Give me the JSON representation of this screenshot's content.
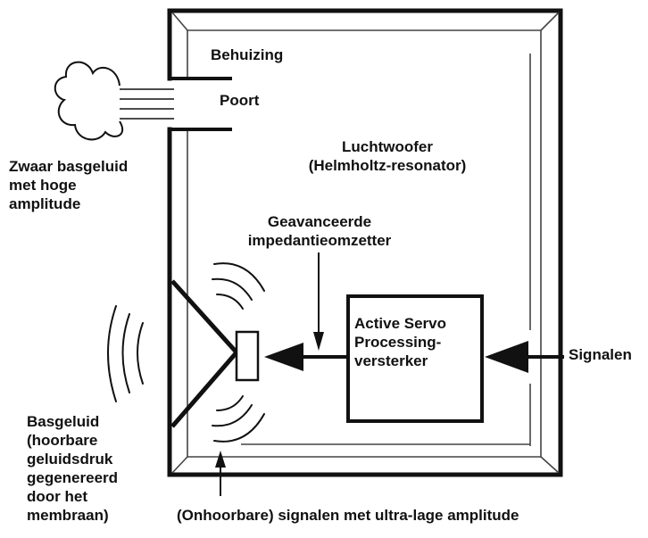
{
  "diagram": {
    "labels": {
      "enclosure": "Behuizing",
      "port": "Poort",
      "air_woofer": "Luchtwoofer\n(Helmholtz-resonator)",
      "heavy_bass": "Zwaar basgeluid\nmet hoge\namplitude",
      "impedance_converter": "Geavanceerde\nimpedantieomzetter",
      "amplifier": "Active Servo\nProcessing-\nversterker",
      "signals": "Signalen",
      "bass_sound": "Basgeluid\n(hoorbare\ngeluidsdruk\ngegenereerd\ndoor het\nmembraan)",
      "inaudible_signals": "(Onhoorbare) signalen met ultra-lage amplitude"
    },
    "colors": {
      "line": "#111111",
      "bevel": "#444444",
      "background": "#ffffff"
    }
  }
}
